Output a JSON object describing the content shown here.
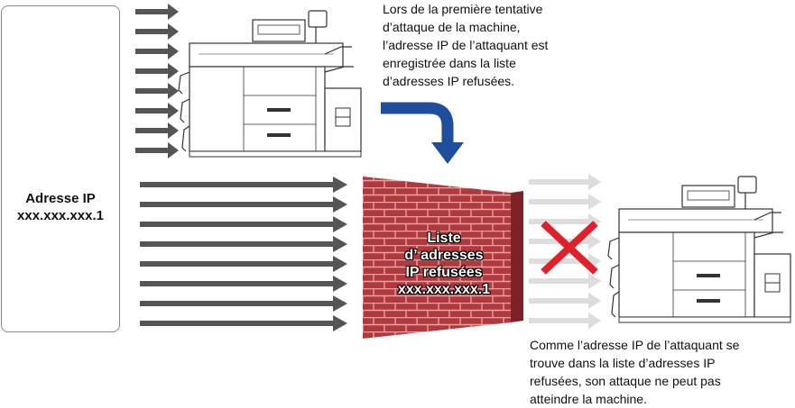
{
  "attacker": {
    "title": "Adresse IP",
    "ip": "xxx.xxx.xxx.1",
    "icon": "person-icon"
  },
  "top_note": {
    "lines": [
      "Lors de la première tentative",
      "d’attaque de la machine,",
      "l’adresse IP de l’attaquant est",
      "enregistrée dans la liste",
      "d’adresses IP refusées."
    ]
  },
  "wall": {
    "lines": [
      "Liste",
      "d’ adresses",
      "IP refusées",
      "xxx.xxx.xxx.1"
    ],
    "brick_color": "#b0393e",
    "mortar_color": "#e7a1a4"
  },
  "bottom_note": {
    "lines": [
      "Comme l’adresse IP de l’attaquant se",
      "trouve dans la liste d’adresses IP",
      "refusées, son attaque ne peut pas",
      "atteindre la machine."
    ]
  },
  "colors": {
    "attack_arrow": "#555555",
    "blocked_arrow": "#dddddd",
    "flow_arrow": "#1f4e9c",
    "blocked_cross": "#e0212b"
  }
}
